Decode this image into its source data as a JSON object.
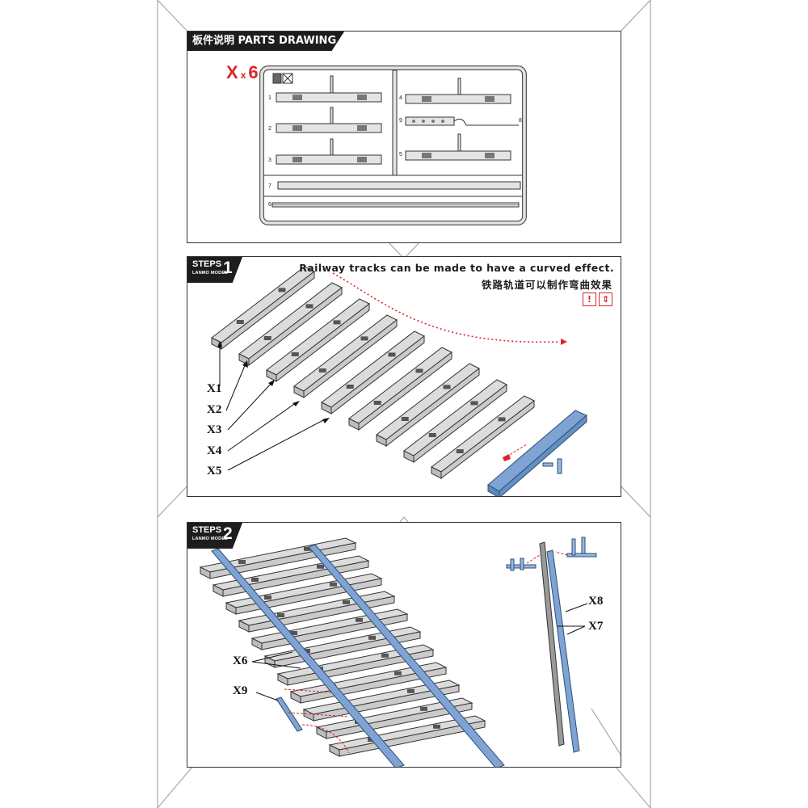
{
  "parts": {
    "title": "板件说明 PARTS DRAWING",
    "qty_x": "X",
    "qty_mult": "x",
    "qty_n": "6",
    "sprue_numbers": [
      "1",
      "2",
      "3",
      "4",
      "5",
      "6",
      "7",
      "8",
      "9"
    ]
  },
  "step1": {
    "steps_word": "STEPS",
    "brand": "LANMO MODEL",
    "number": "1",
    "note_en": "Railway tracks can be made to have a curved effect.",
    "note_cn": "铁路轨道可以制作弯曲效果",
    "warn_icon_a": "!",
    "warn_icon_b": "⇕",
    "labels": [
      "X1",
      "X2",
      "X3",
      "X4",
      "X5"
    ]
  },
  "step2": {
    "steps_word": "STEPS",
    "brand": "LANMO MODEL",
    "number": "2",
    "labels": {
      "x6": "X6",
      "x7": "X7",
      "x8": "X8",
      "x9": "X9"
    }
  },
  "colors": {
    "accent_red": "#d8262b",
    "rail_blue": "#7fa4d3",
    "part_grey": "#d6d6d6",
    "header_dark": "#1d1d1d"
  },
  "icons": [
    "warning-exclamation-icon",
    "curve-arrows-icon",
    "sprue-corner-icon"
  ]
}
